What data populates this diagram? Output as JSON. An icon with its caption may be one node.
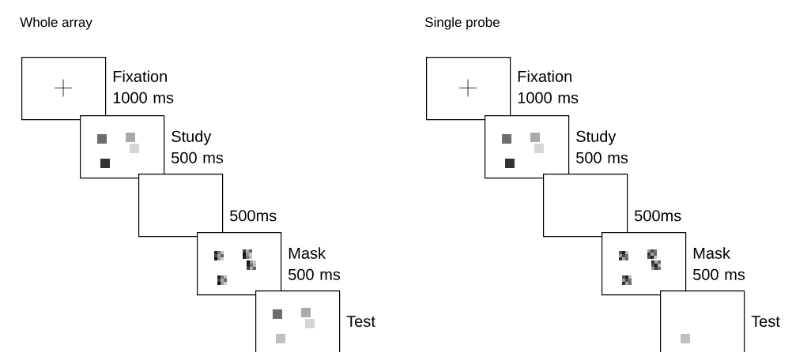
{
  "diagram": {
    "nodes": [
      {
        "text": [],
        "shape": "box",
        "beside": [
          "Fixation 1000 ms"
        ]
      },
      {
        "text": [],
        "shape": "box",
        "beside": [
          "Study 500 ms"
        ]
      },
      {
        "text": [],
        "shape": "box",
        "beside": [
          "500ms"
        ]
      },
      {
        "text": [],
        "shape": "box",
        "beside": [
          "Mask 500 ms"
        ]
      },
      {
        "text": [],
        "shape": "box",
        "beside": [
          "Test"
        ]
      },
      {
        "text": [],
        "shape": "box",
        "beside": [
          "Fixation 1000 ms"
        ]
      },
      {
        "text": [],
        "shape": "box",
        "beside": [
          "Study 500 ms"
        ]
      },
      {
        "text": [],
        "shape": "box",
        "beside": [
          "500ms"
        ]
      },
      {
        "text": [],
        "shape": "box",
        "beside": [
          "Mask 500 ms"
        ]
      },
      {
        "text": [],
        "shape": "box",
        "beside": [
          "Test"
        ]
      }
    ],
    "labels": [
      "Whole array",
      "Single probe"
    ]
  }
}
